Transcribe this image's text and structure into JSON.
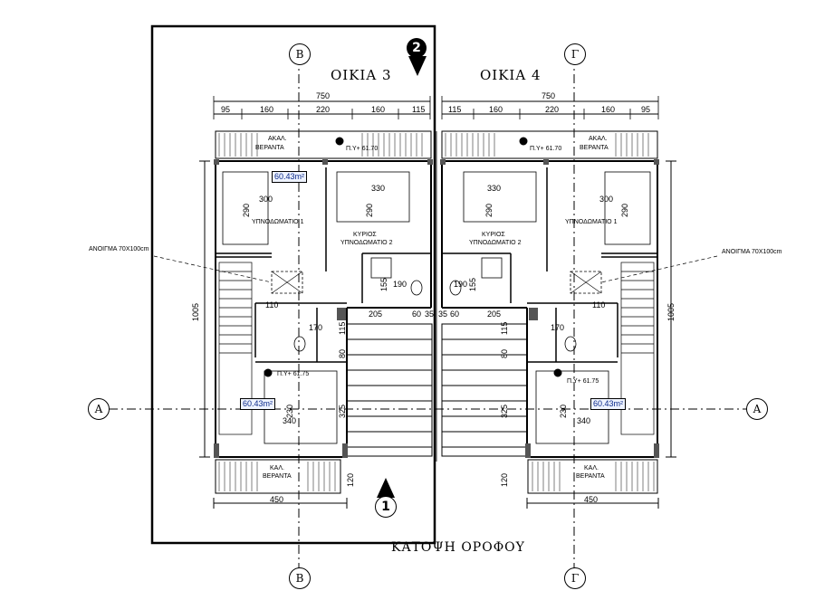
{
  "titles": {
    "house_left": "ΟΙΚΙΑ 3",
    "house_right": "ΟΙΚΙΑ 4",
    "plan_title": "ΚΑΤΟΨΗ ΟΡΟΦΟΥ"
  },
  "markers": {
    "beta": "Β",
    "gamma": "Γ",
    "alpha": "Α",
    "one": "1",
    "two": "2"
  },
  "dims": {
    "total": "750",
    "left_top": [
      "95",
      "160",
      "220",
      "160",
      "115"
    ],
    "right_top": [
      "115",
      "160",
      "220",
      "160",
      "95"
    ],
    "height": "1005",
    "bottom": "450",
    "d300": "300",
    "d290": "290",
    "d330": "330",
    "d110": "110",
    "d170": "170",
    "d205": "205",
    "d60": "60",
    "d35": "35",
    "d155": "155",
    "d190": "190",
    "d80": "80",
    "d325": "325",
    "d120": "120",
    "d340": "340",
    "d230": "230",
    "d115": "115"
  },
  "rooms": {
    "balcony_top": [
      "ΑΚΑΛ.",
      "ΒΕΡΑΝΤΑ"
    ],
    "balcony_bottom": [
      "ΚΑΛ.",
      "ΒΕΡΑΝΤΑ"
    ],
    "bedroom1": "ΥΠΝΟΔΩΜΑΤΙΟ 1",
    "master": [
      "ΚΥΡΙΟΣ",
      "ΥΠΝΟΔΩΜΑΤΙΟ 2"
    ],
    "opening": "ΑΝΟΙΓΜΑ 70Χ100cm",
    "level_top": "Π.Υ+ 61.70",
    "level_mid": "Π.Υ+ 61.75",
    "area": "60.43m²"
  }
}
